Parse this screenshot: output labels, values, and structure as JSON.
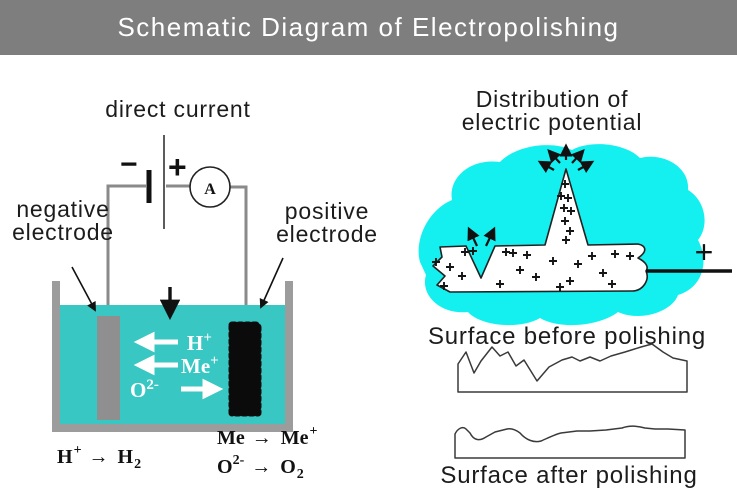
{
  "header": {
    "title": "Schematic Diagram of Electropolishing"
  },
  "colors": {
    "banner": "#7e7e7e",
    "electrolyte": "#38c7c2",
    "blob": "#14f0f0",
    "tank_wall": "#9c9c9c",
    "cathode": "#8f8f8f",
    "anode": "#0b0b0b",
    "wire": "#8a8a8a",
    "ion_text": "#ffffff"
  },
  "left_panel": {
    "direct_current_label": "direct current",
    "negative_electrode_line1": "negative",
    "negative_electrode_line2": "electrode",
    "positive_electrode_line1": "positive",
    "positive_electrode_line2": "electrode",
    "battery_minus": "−",
    "battery_plus": "+",
    "ammeter_label": "A",
    "ions": {
      "h": {
        "base": "H",
        "sup": "+"
      },
      "me": {
        "base": "Me",
        "sup": "+"
      },
      "o": {
        "base": "O",
        "sup": "2-"
      }
    },
    "reactions": {
      "cathode": {
        "lhs": "H",
        "lhs_sup": "+",
        "arrow": "→",
        "rhs": "H",
        "rhs_sub": "2"
      },
      "anode_me": {
        "lhs": "Me",
        "arrow": "→",
        "rhs": "Me",
        "rhs_sup": "+"
      },
      "anode_o": {
        "lhs": "O",
        "lhs_sup": "2-",
        "arrow": "→",
        "rhs": "O",
        "rhs_sub": "2"
      }
    }
  },
  "right_panel": {
    "potential_title_line1": "Distribution of",
    "potential_title_line2": "electric potential",
    "terminal_plus": "+",
    "before_label": "Surface before polishing",
    "after_label": "Surface after polishing"
  }
}
